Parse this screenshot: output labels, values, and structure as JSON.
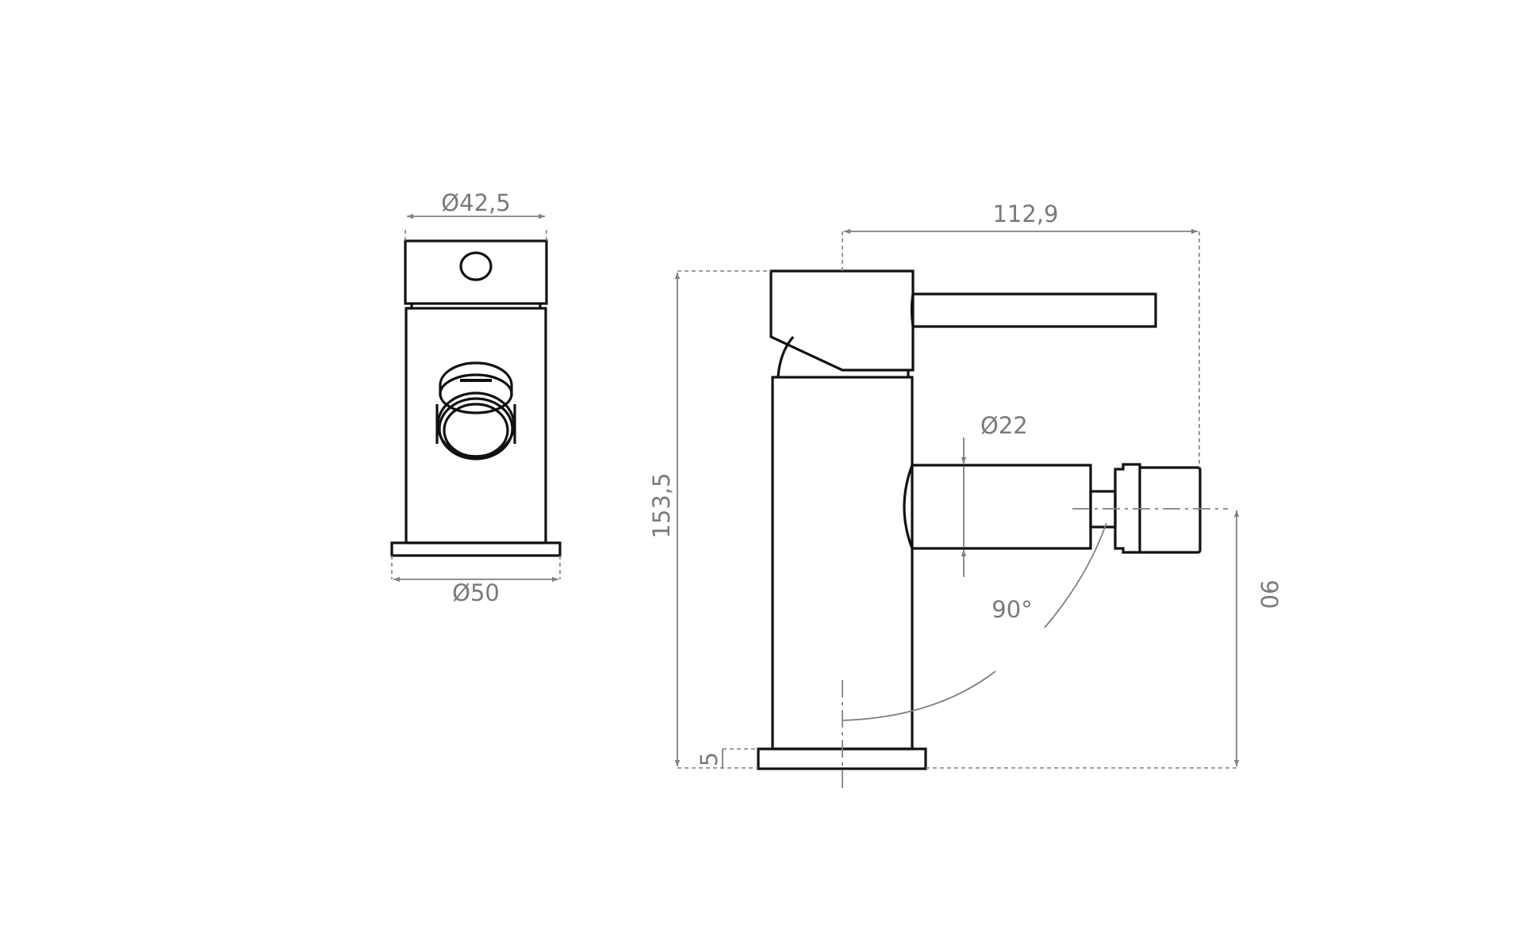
{
  "title": "Bidet mixer technical drawing",
  "front_view": {
    "top_diameter_label": "Ø42,5",
    "base_diameter_label": "Ø50"
  },
  "side_view": {
    "projection_label": "112,9",
    "height_label": "153,5",
    "spout_diameter_label": "Ø22",
    "angle_label": "90°",
    "spout_height_label": "90",
    "base_thickness_label": "5"
  },
  "colors": {
    "outline": "#111111",
    "dimension": "#808080"
  }
}
